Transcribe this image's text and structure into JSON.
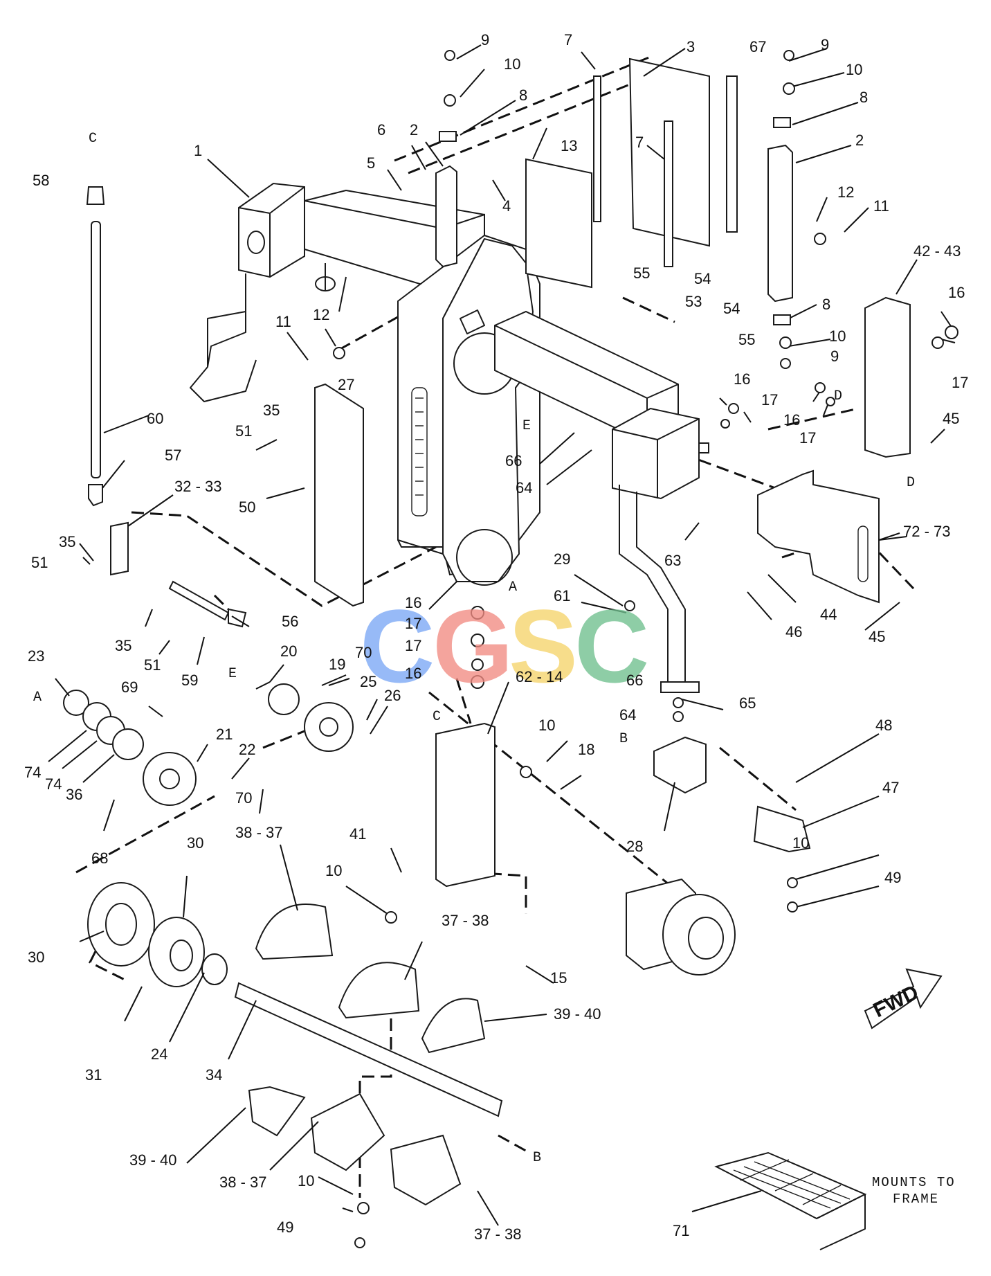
{
  "callouts": [
    {
      "id": "c-1",
      "text": "1"
    },
    {
      "id": "c-2a",
      "text": "2"
    },
    {
      "id": "c-2b",
      "text": "2"
    },
    {
      "id": "c-3",
      "text": "3"
    },
    {
      "id": "c-4",
      "text": "4"
    },
    {
      "id": "c-5",
      "text": "5"
    },
    {
      "id": "c-6",
      "text": "6"
    },
    {
      "id": "c-7a",
      "text": "7"
    },
    {
      "id": "c-7b",
      "text": "7"
    },
    {
      "id": "c-8a",
      "text": "8"
    },
    {
      "id": "c-8b",
      "text": "8"
    },
    {
      "id": "c-8c",
      "text": "8"
    },
    {
      "id": "c-9a",
      "text": "9"
    },
    {
      "id": "c-9b",
      "text": "9"
    },
    {
      "id": "c-9c",
      "text": "9"
    },
    {
      "id": "c-10a",
      "text": "10"
    },
    {
      "id": "c-10b",
      "text": "10"
    },
    {
      "id": "c-10c",
      "text": "10"
    },
    {
      "id": "c-10d",
      "text": "10"
    },
    {
      "id": "c-10e",
      "text": "10"
    },
    {
      "id": "c-10f",
      "text": "10"
    },
    {
      "id": "c-10g",
      "text": "10"
    },
    {
      "id": "c-11a",
      "text": "11"
    },
    {
      "id": "c-11b",
      "text": "11"
    },
    {
      "id": "c-12a",
      "text": "12"
    },
    {
      "id": "c-12b",
      "text": "12"
    },
    {
      "id": "c-13",
      "text": "13"
    },
    {
      "id": "c-15",
      "text": "15"
    },
    {
      "id": "c-16a",
      "text": "16"
    },
    {
      "id": "c-16b",
      "text": "16"
    },
    {
      "id": "c-16c",
      "text": "16"
    },
    {
      "id": "c-16d",
      "text": "16"
    },
    {
      "id": "c-16e",
      "text": "16"
    },
    {
      "id": "c-17a",
      "text": "17"
    },
    {
      "id": "c-17b",
      "text": "17"
    },
    {
      "id": "c-17c",
      "text": "17"
    },
    {
      "id": "c-17d",
      "text": "17"
    },
    {
      "id": "c-17e",
      "text": "17"
    },
    {
      "id": "c-18",
      "text": "18"
    },
    {
      "id": "c-19",
      "text": "19"
    },
    {
      "id": "c-20",
      "text": "20"
    },
    {
      "id": "c-21",
      "text": "21"
    },
    {
      "id": "c-22",
      "text": "22"
    },
    {
      "id": "c-23",
      "text": "23"
    },
    {
      "id": "c-24",
      "text": "24"
    },
    {
      "id": "c-25",
      "text": "25"
    },
    {
      "id": "c-26",
      "text": "26"
    },
    {
      "id": "c-27",
      "text": "27"
    },
    {
      "id": "c-28",
      "text": "28"
    },
    {
      "id": "c-29",
      "text": "29"
    },
    {
      "id": "c-30a",
      "text": "30"
    },
    {
      "id": "c-30b",
      "text": "30"
    },
    {
      "id": "c-31",
      "text": "31"
    },
    {
      "id": "c-32-33",
      "text": "32 - 33"
    },
    {
      "id": "c-34",
      "text": "34"
    },
    {
      "id": "c-35a",
      "text": "35"
    },
    {
      "id": "c-35b",
      "text": "35"
    },
    {
      "id": "c-35c",
      "text": "35"
    },
    {
      "id": "c-36",
      "text": "36"
    },
    {
      "id": "c-37-38a",
      "text": "37 - 38"
    },
    {
      "id": "c-37-38b",
      "text": "37 - 38"
    },
    {
      "id": "c-38-37a",
      "text": "38 - 37"
    },
    {
      "id": "c-38-37b",
      "text": "38 - 37"
    },
    {
      "id": "c-39-40a",
      "text": "39 - 40"
    },
    {
      "id": "c-39-40b",
      "text": "39 - 40"
    },
    {
      "id": "c-41",
      "text": "41"
    },
    {
      "id": "c-42-43",
      "text": "42 - 43"
    },
    {
      "id": "c-44",
      "text": "44"
    },
    {
      "id": "c-45a",
      "text": "45"
    },
    {
      "id": "c-45b",
      "text": "45"
    },
    {
      "id": "c-46",
      "text": "46"
    },
    {
      "id": "c-47",
      "text": "47"
    },
    {
      "id": "c-48",
      "text": "48"
    },
    {
      "id": "c-49a",
      "text": "49"
    },
    {
      "id": "c-49b",
      "text": "49"
    },
    {
      "id": "c-50",
      "text": "50"
    },
    {
      "id": "c-51a",
      "text": "51"
    },
    {
      "id": "c-51b",
      "text": "51"
    },
    {
      "id": "c-51c",
      "text": "51"
    },
    {
      "id": "c-53",
      "text": "53"
    },
    {
      "id": "c-54a",
      "text": "54"
    },
    {
      "id": "c-54b",
      "text": "54"
    },
    {
      "id": "c-55a",
      "text": "55"
    },
    {
      "id": "c-55b",
      "text": "55"
    },
    {
      "id": "c-56",
      "text": "56"
    },
    {
      "id": "c-57",
      "text": "57"
    },
    {
      "id": "c-58",
      "text": "58"
    },
    {
      "id": "c-59",
      "text": "59"
    },
    {
      "id": "c-60",
      "text": "60"
    },
    {
      "id": "c-61",
      "text": "61"
    },
    {
      "id": "c-62-14",
      "text": "62 - 14"
    },
    {
      "id": "c-63",
      "text": "63"
    },
    {
      "id": "c-64a",
      "text": "64"
    },
    {
      "id": "c-64b",
      "text": "64"
    },
    {
      "id": "c-65",
      "text": "65"
    },
    {
      "id": "c-66a",
      "text": "66"
    },
    {
      "id": "c-66b",
      "text": "66"
    },
    {
      "id": "c-67",
      "text": "67"
    },
    {
      "id": "c-68",
      "text": "68"
    },
    {
      "id": "c-69",
      "text": "69"
    },
    {
      "id": "c-70a",
      "text": "70"
    },
    {
      "id": "c-70b",
      "text": "70"
    },
    {
      "id": "c-71",
      "text": "71"
    },
    {
      "id": "c-72-73",
      "text": "72 - 73"
    },
    {
      "id": "c-74a",
      "text": "74"
    },
    {
      "id": "c-74b",
      "text": "74"
    }
  ],
  "ref_letters": [
    {
      "id": "r-a1",
      "text": "A"
    },
    {
      "id": "r-a2",
      "text": "A"
    },
    {
      "id": "r-b1",
      "text": "B"
    },
    {
      "id": "r-b2",
      "text": "B"
    },
    {
      "id": "r-c1",
      "text": "C"
    },
    {
      "id": "r-c2",
      "text": "C"
    },
    {
      "id": "r-d1",
      "text": "D"
    },
    {
      "id": "r-d2",
      "text": "D"
    },
    {
      "id": "r-e1",
      "text": "E"
    },
    {
      "id": "r-e2",
      "text": "E"
    }
  ],
  "notes": {
    "mounts_line1": "MOUNTS TO",
    "mounts_line2": "FRAME",
    "fwd": "FWD"
  },
  "watermark": {
    "letters": [
      {
        "char": "C",
        "color": "#7aa7f5"
      },
      {
        "char": "G",
        "color": "#f28b82"
      },
      {
        "char": "S",
        "color": "#f6d46b"
      },
      {
        "char": "C",
        "color": "#6fbf8e"
      }
    ]
  }
}
